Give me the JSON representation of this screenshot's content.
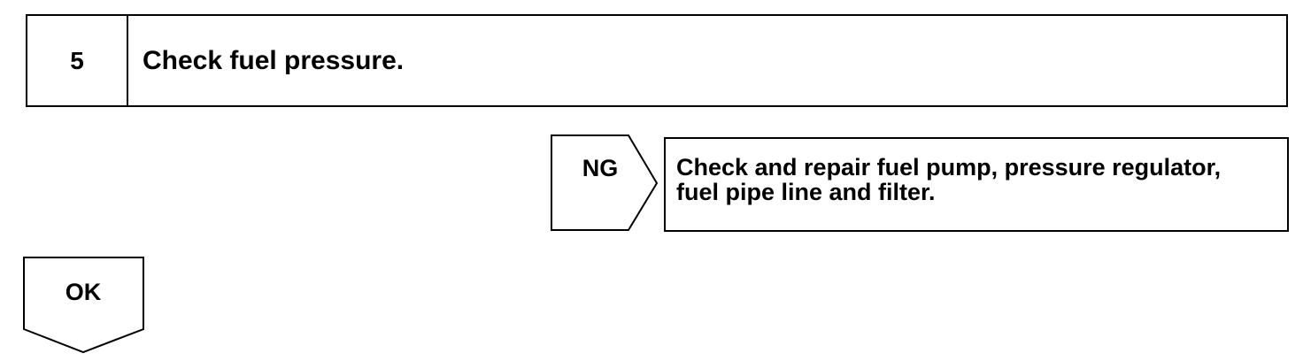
{
  "step": {
    "number": "5",
    "title": "Check fuel pressure."
  },
  "ng_branch": {
    "label": "NG",
    "action_line_1": "Check and repair fuel pump, pressure regulator,",
    "action_line_2": "fuel pipe line and filter."
  },
  "ok_branch": {
    "label": "OK"
  }
}
